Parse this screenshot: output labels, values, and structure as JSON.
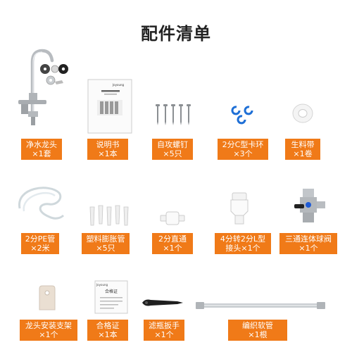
{
  "title": "配件清单",
  "brand": "Joyoung",
  "items": [
    {
      "name": "净水龙头",
      "qty": "×1套"
    },
    {
      "name": "说明书",
      "qty": "×1本"
    },
    {
      "name": "自攻螺钉",
      "qty": "×5只"
    },
    {
      "name": "2分C型卡环",
      "qty": "×3个"
    },
    {
      "name": "生料带",
      "qty": "×1卷"
    },
    {
      "name": "2分PE管",
      "qty": "×2米"
    },
    {
      "name": "塑料膨胀管",
      "qty": "×5只"
    },
    {
      "name": "2分直通",
      "qty": "×1个"
    },
    {
      "name": "4分转2分L型",
      "qty": "接头×1个"
    },
    {
      "name": "三通连体球阀",
      "qty": "×1个"
    },
    {
      "name": "龙头安装支架",
      "qty": "×1个"
    },
    {
      "name": "合格证",
      "qty": "×1本"
    },
    {
      "name": "滤瓶扳手",
      "qty": "×1个"
    },
    {
      "name": "编织软管",
      "qty": "×1根"
    }
  ],
  "certificate_title": "合格证",
  "colors": {
    "label_bg": "#f07a18",
    "label_text": "#ffffff",
    "title": "#222222"
  }
}
